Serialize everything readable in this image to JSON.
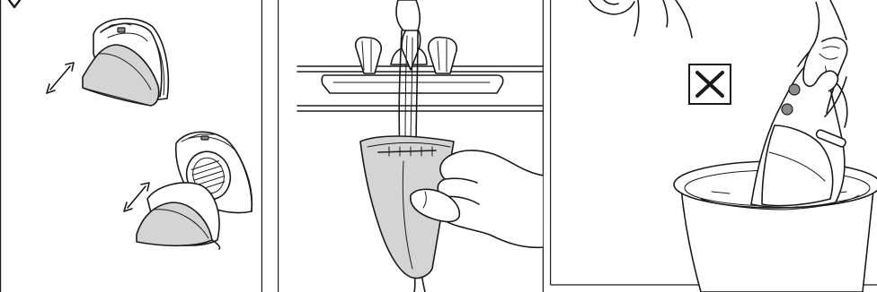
{
  "panels": [
    {
      "id": "panel-1",
      "kind": "illustration",
      "subject": "filter-removal"
    },
    {
      "id": "panel-2",
      "kind": "illustration",
      "subject": "rinse-filter-under-tap"
    },
    {
      "id": "panel-3",
      "kind": "illustration",
      "subject": "do-not-immerse-in-water",
      "warning_symbol": "cross-mark"
    }
  ],
  "colors": {
    "line": "#1a1a1a",
    "filter_fill": "#d4d4d4",
    "background": "#ffffff"
  }
}
